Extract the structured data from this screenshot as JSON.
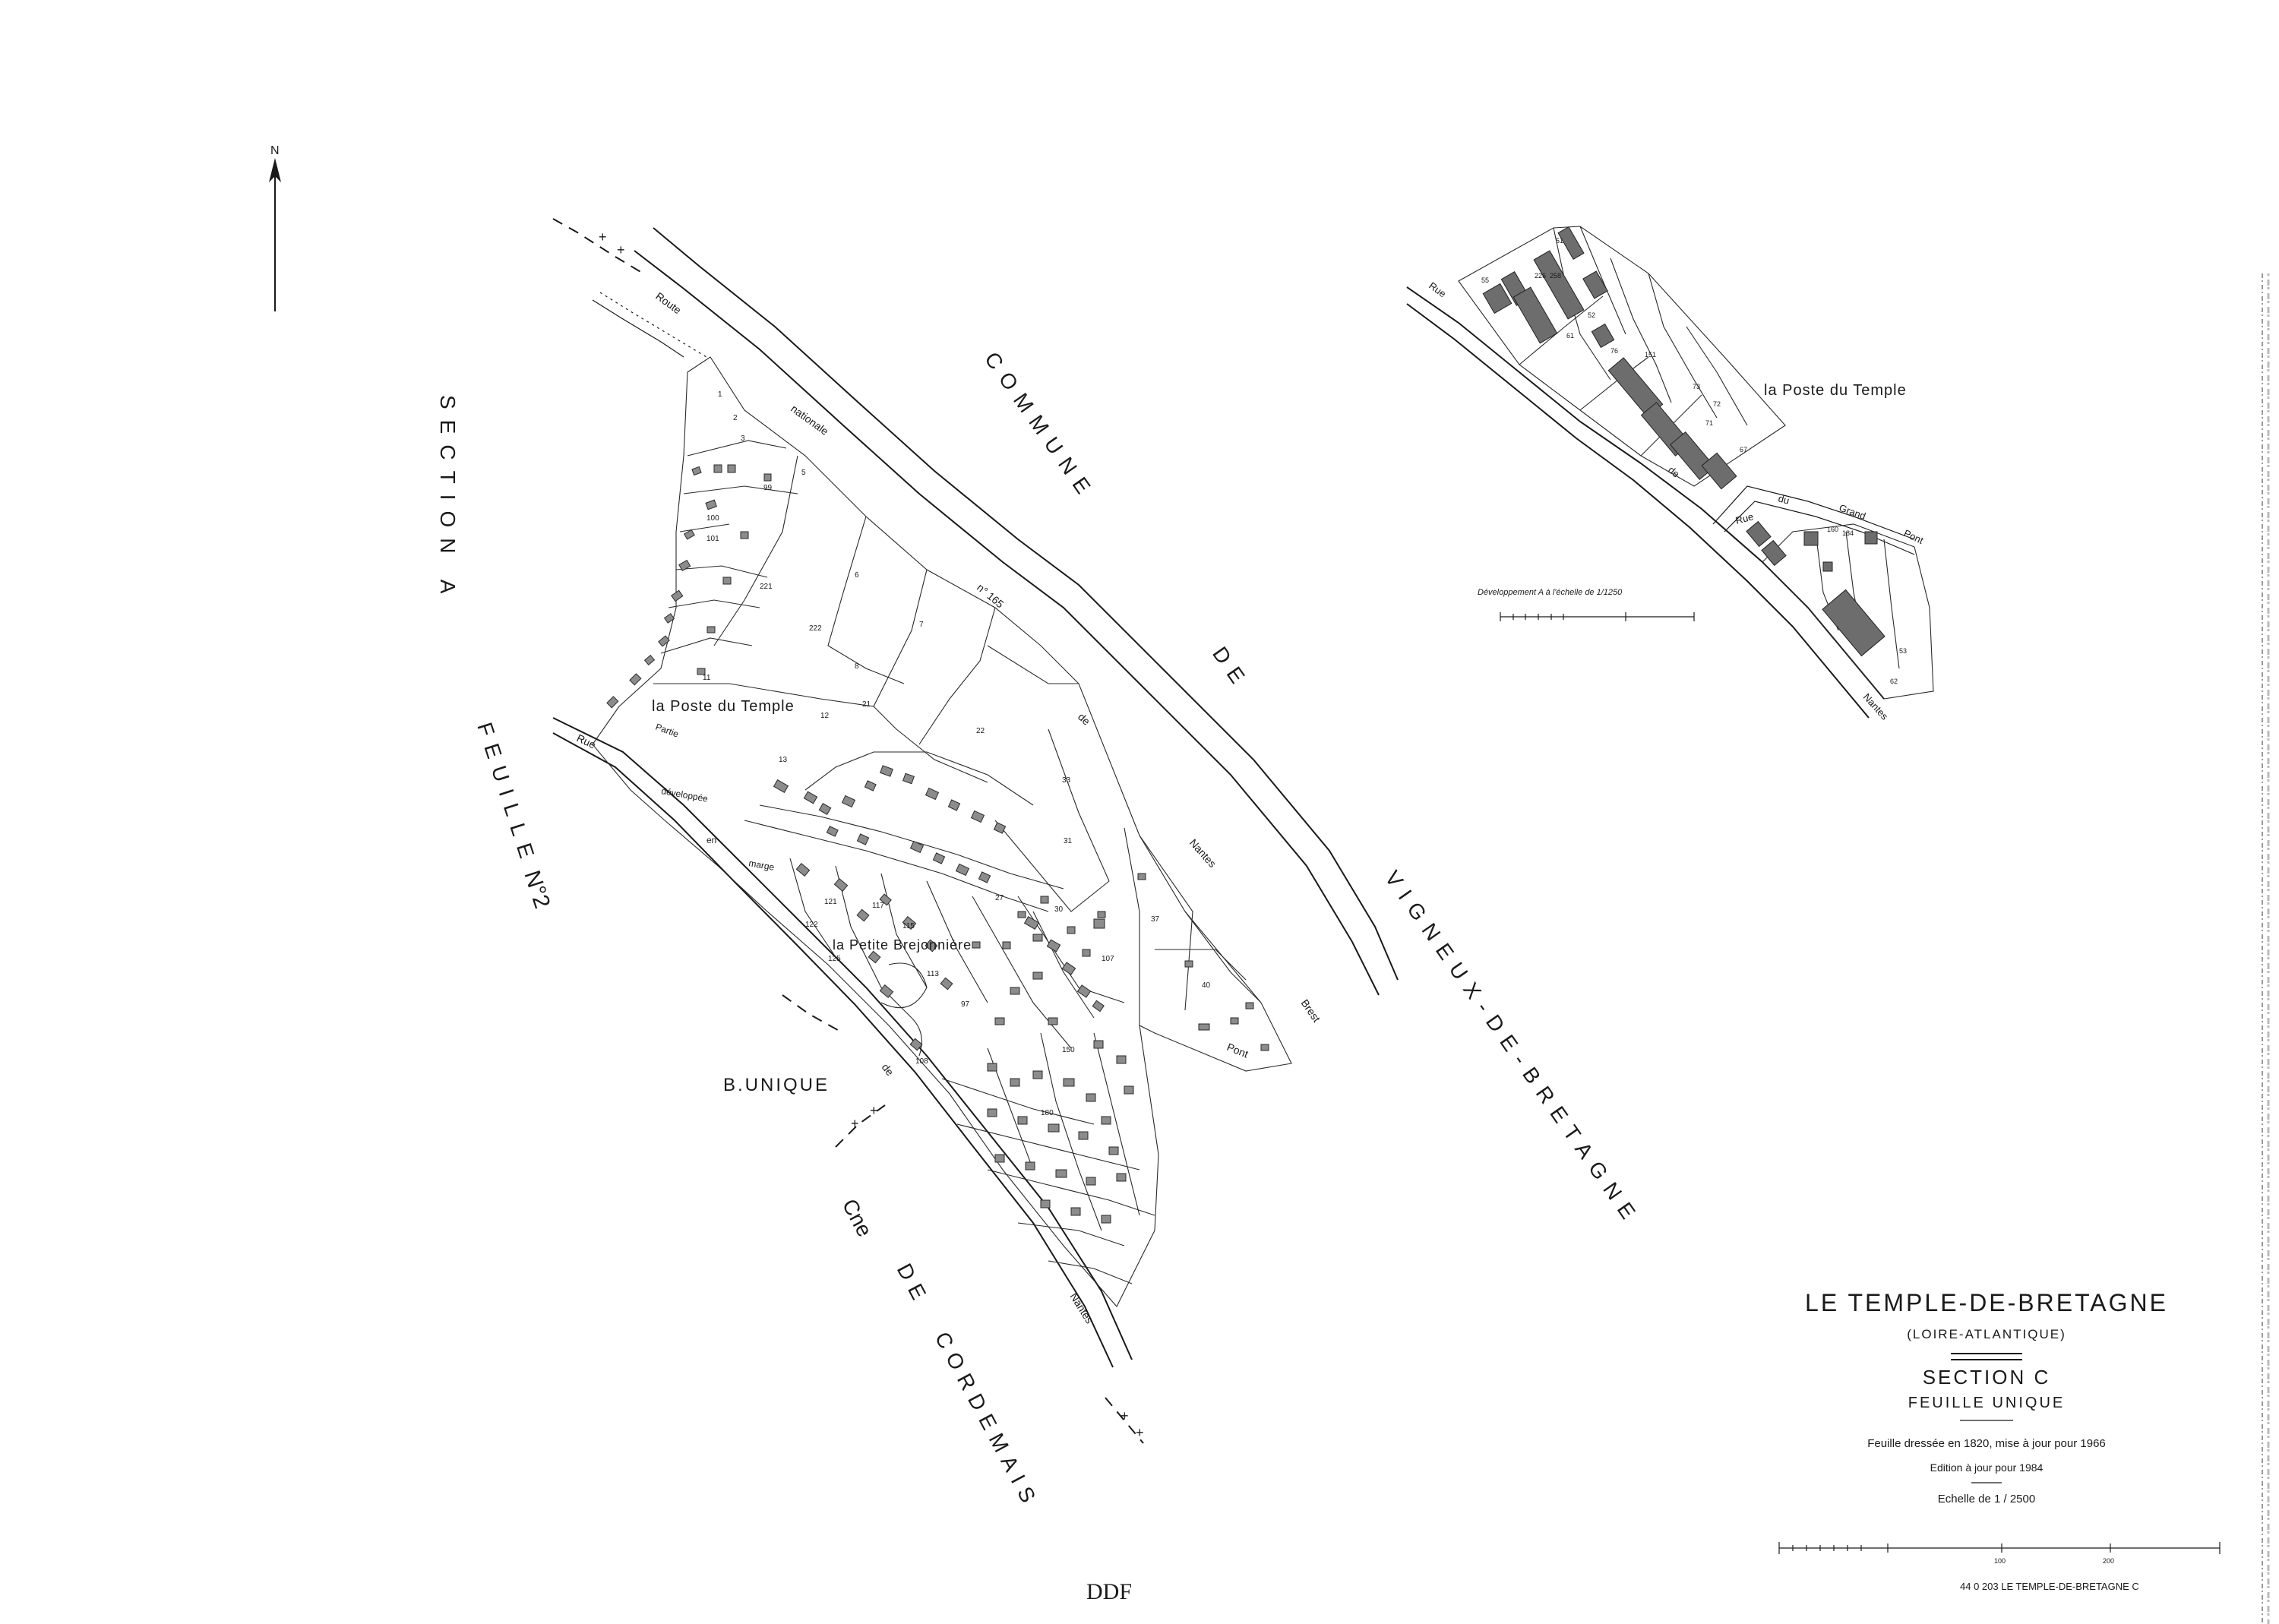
{
  "north_arrow": {
    "label": "N"
  },
  "section_a_label": "SECTION A",
  "feuille_label": "FEUILLE",
  "feuille_number": "N°2",
  "commune_label": "COMMUNE",
  "de_label": "DE",
  "vigneux_label": "VIGNEUX-DE-BRETAGNE",
  "b_unique_label": "B.UNIQUE",
  "cne_label": "Cne",
  "cordemais_de": "DE",
  "cordemais_label": "CORDEMAIS",
  "places": {
    "poste_main": "la Poste du Temple",
    "poste_inset": "la Poste du Temple",
    "petite": "la Petite Brejonnière"
  },
  "roads": {
    "route": "Route",
    "nationale": "nationale",
    "no": "n° 165",
    "de": "de",
    "nantes": "Nantes",
    "brest": "Brest",
    "pont": "Pont",
    "rue": "Rue",
    "partie": "Partie",
    "developpee": "développée",
    "en": "en",
    "marge": "marge",
    "de2": "de",
    "nantes2": "Nantes",
    "inset_rue": "Rue",
    "inset_de": "de",
    "inset_nantes": "Nantes",
    "inset_rue2": "Rue",
    "inset_du": "du",
    "inset_grand": "Grand",
    "inset_pont": "Pont"
  },
  "inset_scale_note": "Développement A à l'échelle de 1/1250",
  "parcel_numbers": {
    "p1": "1",
    "p2": "2",
    "p3": "3",
    "p5": "5",
    "p6": "6",
    "p7": "7",
    "p8": "8",
    "p11": "11",
    "p12": "12",
    "p13": "13",
    "p21": "21",
    "p22": "22",
    "p27": "27",
    "p30": "30",
    "p31": "31",
    "p33": "33",
    "p37": "37",
    "p40": "40",
    "p97": "97",
    "p100": "100",
    "p107": "107",
    "p108": "108",
    "p113": "113",
    "p115": "115",
    "p117": "117",
    "p121": "121",
    "p122": "122",
    "p125": "125",
    "p150": "150",
    "p180": "180",
    "p221": "221",
    "p222": "222",
    "p99": "99",
    "p101": "101",
    "i51": "51",
    "i52": "52",
    "i53": "53",
    "i55": "55",
    "i61": "61",
    "i62": "62",
    "i67": "67",
    "i71": "71",
    "i72": "72",
    "i73": "73",
    "i76": "76",
    "i151": "151",
    "i160": "160",
    "i184": "184",
    "i226": "226",
    "i258": "258"
  },
  "title_block": {
    "commune": "LE TEMPLE-DE-BRETAGNE",
    "department": "(LOIRE-ATLANTIQUE)",
    "section": "SECTION C",
    "feuille": "FEUILLE UNIQUE",
    "dressee": "Feuille dressée en 1820, mise à jour pour 1966",
    "edition": "Edition à jour pour 1984",
    "echelle": "Echelle de 1 / 2500",
    "scale_ticks": [
      "100",
      "200"
    ],
    "reference": "44 0 203 LE TEMPLE-DE-BRETAGNE C"
  },
  "footer_mark": "DDF"
}
